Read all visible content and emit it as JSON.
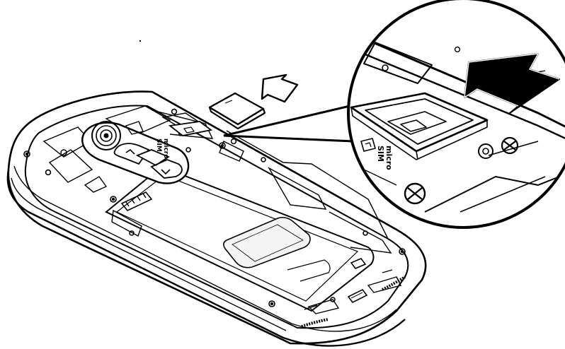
{
  "figure": {
    "labels": {
      "card_slot_line1": "micro",
      "card_slot_line2": "SIM",
      "back_slot_line1": "micro",
      "back_slot_line2": "SIM"
    },
    "colors": {
      "stroke": "#000000",
      "background": "#ffffff",
      "light_fill": "#f4f4f4"
    },
    "icons": [
      "insert-arrow-icon",
      "screw-icon",
      "camera-icon",
      "battery-contacts-icon"
    ]
  }
}
